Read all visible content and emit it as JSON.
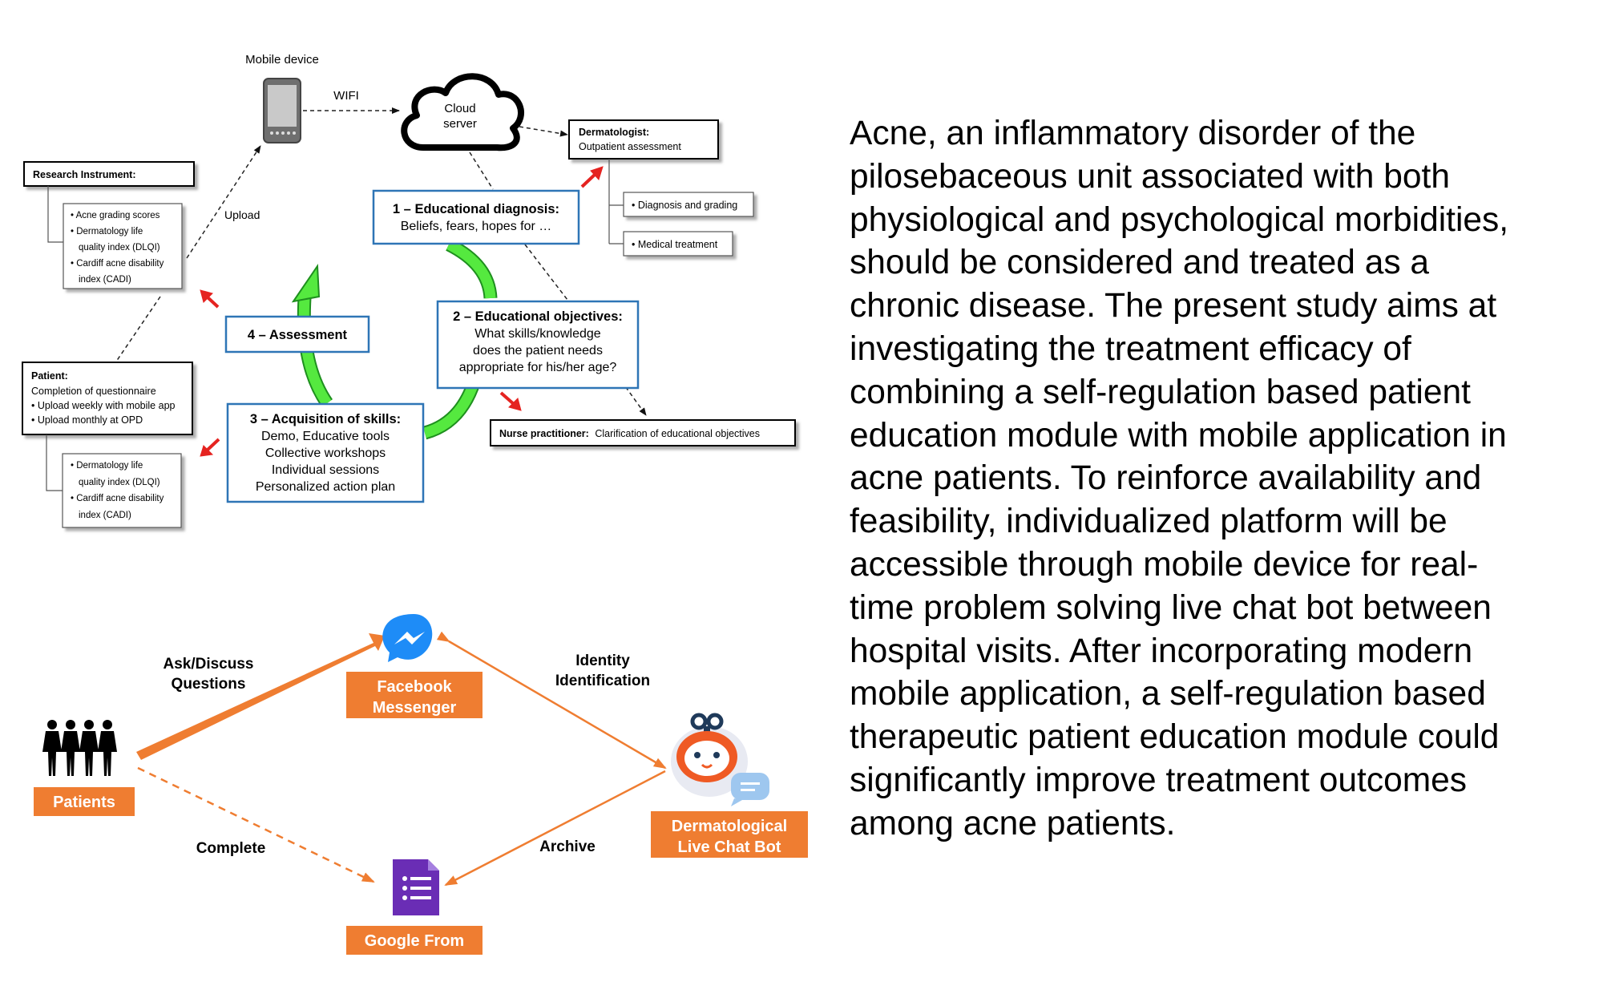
{
  "top_diagram": {
    "mobile_device_label": "Mobile device",
    "wifi_label": "WIFI",
    "cloud_label": [
      "Cloud",
      "server"
    ],
    "upload_label": "Upload",
    "research_instrument": {
      "title": "Research Instrument:",
      "items": [
        [
          "• Acne grading scores"
        ],
        [
          "• Dermatology life",
          "quality index (DLQI)"
        ],
        [
          "• Cardiff acne disability",
          "index (CADI)"
        ]
      ]
    },
    "dermatologist": {
      "title": "Dermatologist:",
      "subtitle": "Outpatient assessment"
    },
    "derm_items": [
      "• Diagnosis and grading",
      "• Medical treatment"
    ],
    "step1": {
      "title": "1 – Educational diagnosis:",
      "lines": [
        "Beliefs, fears, hopes for …"
      ]
    },
    "step2": {
      "title": "2 – Educational objectives:",
      "lines": [
        "What skills/knowledge",
        "does the patient needs",
        "appropriate for his/her age?"
      ]
    },
    "step3": {
      "title": "3 – Acquisition of skills:",
      "lines": [
        "Demo, Educative tools",
        "Collective workshops",
        "Individual sessions",
        "Personalized action plan"
      ]
    },
    "step4": {
      "title": "4 – Assessment"
    },
    "patient": {
      "title": "Patient:",
      "lines": [
        "Completion of questionnaire",
        "•  Upload weekly with mobile app",
        "•  Upload monthly at OPD"
      ]
    },
    "patient_items": [
      [
        "• Dermatology life",
        "quality index (DLQI)"
      ],
      [
        "• Cardiff acne disability",
        "index (CADI)"
      ]
    ],
    "nurse": {
      "title": "Nurse practitioner:",
      "text": "Clarification of educational objectives"
    }
  },
  "bottom_diagram": {
    "patients_label": "Patients",
    "ask_label": [
      "Ask/Discuss",
      "Questions"
    ],
    "complete_label": "Complete",
    "messenger_label": [
      "Facebook",
      "Messenger"
    ],
    "google_label": "Google From",
    "identity_label": [
      "Identity",
      "Identification"
    ],
    "archive_label": "Archive",
    "chatbot_label": [
      "Dermatological",
      "Live Chat Bot"
    ]
  },
  "paragraph_lines": [
    "Acne, an inflammatory disorder of the",
    "pilosebaceous unit associated with both",
    "physiological and psychological morbidities,",
    "should be considered and treated as a",
    "chronic disease. The present study aims at",
    "investigating the treatment efficacy of",
    "combining a self-regulation based patient",
    "education module with mobile application in",
    "acne patients. To reinforce availability and",
    "feasibility, individualized platform will be",
    "accessible through mobile device for real-",
    "time problem solving live chat bot between",
    "hospital visits. After incorporating modern",
    "mobile application, a self-regulation based",
    "therapeutic patient education module could",
    "significantly improve treatment outcomes",
    "among acne patients."
  ],
  "colors": {
    "orange": "#ef7d31",
    "box_blue": "#2e75b6",
    "cycle_green": "#55e93f",
    "red_arrow": "#e52320",
    "messenger_blue": "#1e8cf7",
    "forms_purple": "#6a2db5"
  },
  "icons": [
    "mobile-phone-icon",
    "cloud-icon",
    "people-icon",
    "messenger-icon",
    "google-forms-icon",
    "chatbot-icon",
    "chat-bubble-icon"
  ]
}
